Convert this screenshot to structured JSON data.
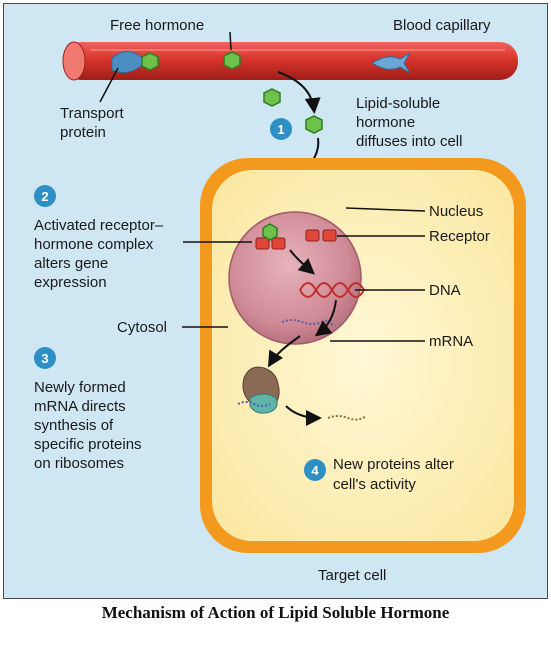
{
  "labels": {
    "free_hormone": "Free hormone",
    "blood_capillary": "Blood capillary",
    "transport_protein_line1": "Transport",
    "transport_protein_line2": "protein",
    "step1_line1": "Lipid-soluble",
    "step1_line2": "hormone",
    "step1_line3": "diffuses into cell",
    "step2_line1": "Activated receptor–",
    "step2_line2": "hormone complex",
    "step2_line3": "alters gene",
    "step2_line4": "expression",
    "cytosol": "Cytosol",
    "step3_line1": "Newly formed",
    "step3_line2": "mRNA directs",
    "step3_line3": "synthesis of",
    "step3_line4": "specific proteins",
    "step3_line5": "on ribosomes",
    "nucleus": "Nucleus",
    "receptor": "Receptor",
    "dna": "DNA",
    "mrna": "mRNA",
    "step4_line1": "New proteins alter",
    "step4_line2": "cell's activity",
    "target_cell": "Target cell"
  },
  "steps": {
    "one": "1",
    "two": "2",
    "three": "3",
    "four": "4"
  },
  "caption": "Mechanism of Action of Lipid Soluble Hormone",
  "colors": {
    "background": "#cfe6f3",
    "vessel": "#d9342b",
    "hormone": "#6cc24a",
    "transport_protein": "#4a8ec2",
    "cell_border": "#f39a1e",
    "cytoplasm": "#fdf2b8",
    "nucleus": "#c97b8a",
    "step_badge": "#2e8fc4",
    "receptor": "#e0473a"
  }
}
